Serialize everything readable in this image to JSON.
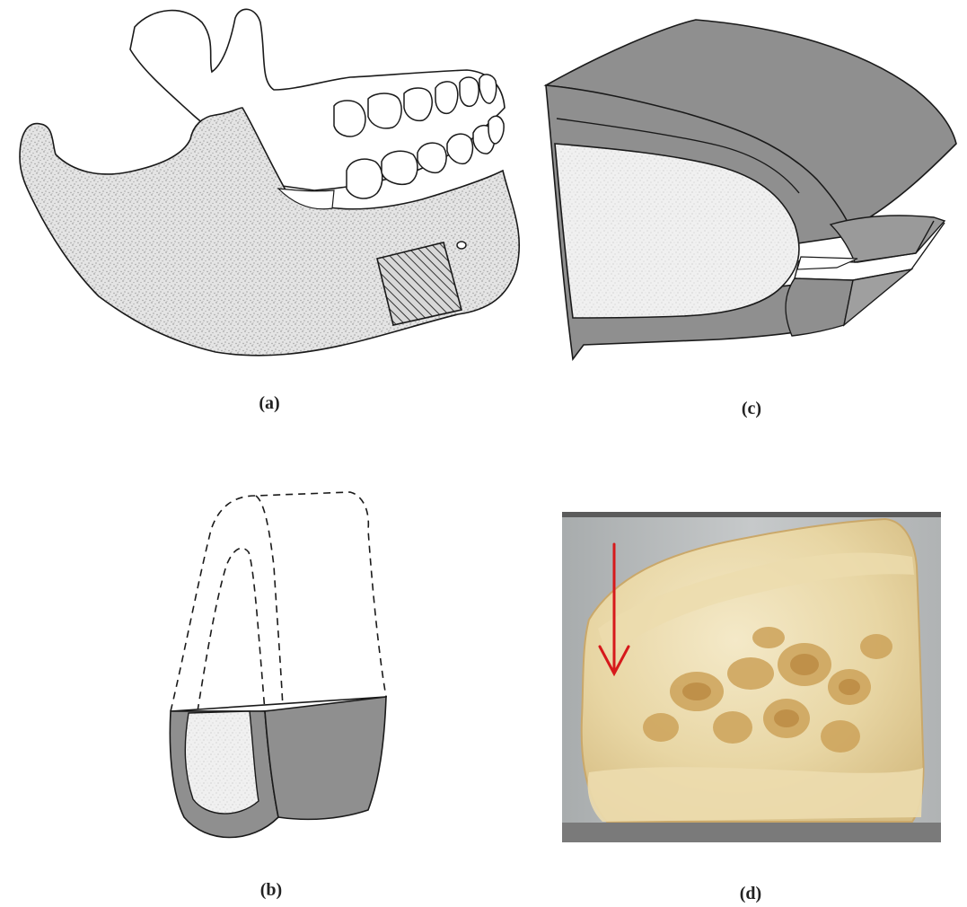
{
  "panels": [
    {
      "id": "a",
      "caption": "(a)"
    },
    {
      "id": "b",
      "caption": "(b)"
    },
    {
      "id": "c",
      "caption": "(c)"
    },
    {
      "id": "d",
      "caption": "(d)"
    }
  ],
  "colors": {
    "outline": "#1a1a1a",
    "cortical_gray": "#8f8f8f",
    "trabecular_fill": "#e6e6e6",
    "specimen_background": "#b9bcbd",
    "bone_light": "#f1e6c2",
    "bone_mid": "#dfc890",
    "bone_dark": "#c29a55",
    "arrow_red": "#d6191b"
  }
}
